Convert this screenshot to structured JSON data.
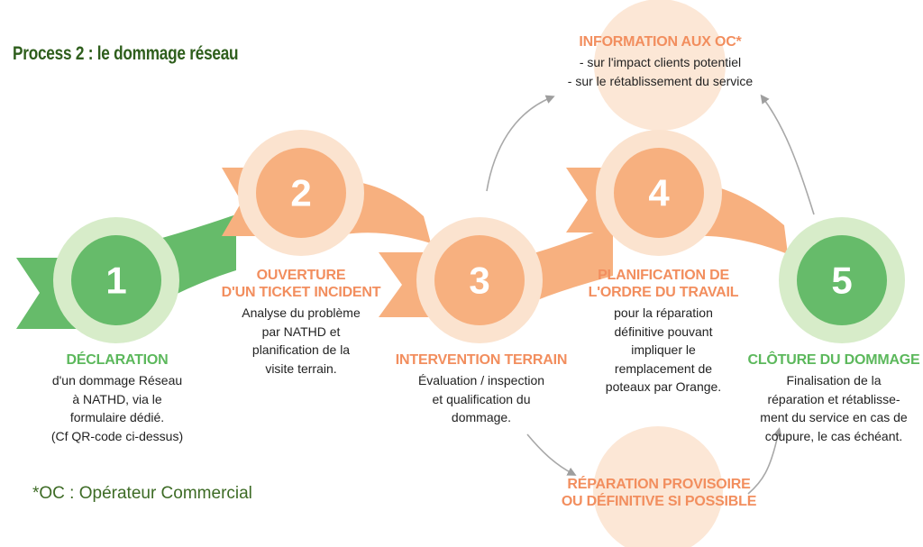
{
  "title": "Process 2 : le dommage réseau",
  "footnote": "*OC : Opérateur Commercial",
  "colors": {
    "green": "#66bb6a",
    "green_light": "#d7ecc9",
    "orange": "#f7b07f",
    "orange_light": "#fbe3cf",
    "title": "#2e5e1c"
  },
  "steps": [
    {
      "number": "1",
      "heading": "DÉCLARATION",
      "lines": [
        "d'un dommage Réseau",
        "à NATHD, via le",
        "formulaire dédié.",
        "(Cf QR-code ci-dessus)"
      ]
    },
    {
      "number": "2",
      "heading_lines": [
        "OUVERTURE",
        "D'UN TICKET INCIDENT"
      ],
      "lines": [
        "Analyse du problème",
        "par NATHD et",
        "planification de la",
        "visite terrain."
      ]
    },
    {
      "number": "3",
      "heading": "INTERVENTION TERRAIN",
      "lines": [
        "Évaluation / inspection",
        "et qualification du",
        "dommage."
      ]
    },
    {
      "number": "4",
      "heading_lines": [
        "PLANIFICATION DE",
        "L'ORDRE DU TRAVAIL"
      ],
      "lines": [
        "pour la réparation",
        "définitive pouvant",
        "impliquer le",
        "remplacement de",
        "poteaux par Orange."
      ]
    },
    {
      "number": "5",
      "heading": "CLÔTURE DU DOMMAGE",
      "lines": [
        "Finalisation de la",
        "réparation et rétablisse-",
        "ment du service en cas de",
        "coupure, le cas échéant."
      ]
    }
  ],
  "info_oc": {
    "heading": "INFORMATION AUX OC*",
    "lines": [
      "- sur l'impact clients potentiel",
      "- sur le rétablissement du service"
    ]
  },
  "repair": {
    "heading_lines": [
      "RÉPARATION PROVISOIRE",
      "OU DÉFINITIVE SI POSSIBLE"
    ]
  }
}
